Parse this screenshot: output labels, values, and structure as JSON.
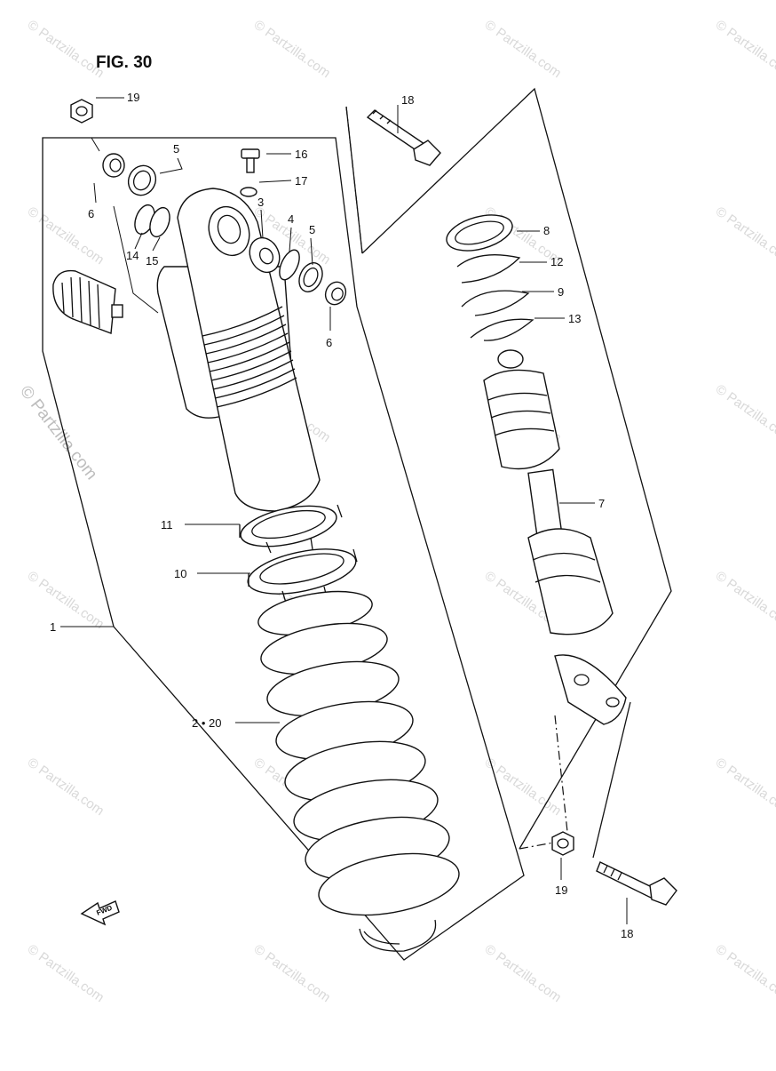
{
  "figure": {
    "title": "FIG. 30",
    "fwd_label": "FWD"
  },
  "watermark": {
    "text": "© Partzilla.com"
  },
  "callouts": {
    "c1": "1",
    "c2_20": "2 • 20",
    "c3": "3",
    "c4": "4",
    "c5a": "5",
    "c5b": "5",
    "c6a": "6",
    "c6b": "6",
    "c7": "7",
    "c8": "8",
    "c9": "9",
    "c10": "10",
    "c11": "11",
    "c12": "12",
    "c13": "13",
    "c14": "14",
    "c15": "15",
    "c16": "16",
    "c17": "17",
    "c18a": "18",
    "c18b": "18",
    "c19a": "19",
    "c19b": "19"
  },
  "colors": {
    "line": "#111111",
    "watermark": "#d9d9d9",
    "background": "#ffffff"
  }
}
